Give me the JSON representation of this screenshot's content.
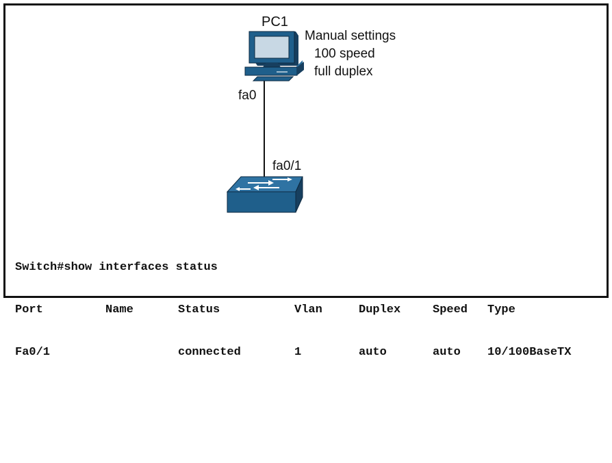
{
  "diagram": {
    "pc_label": "PC1",
    "pc_notes": [
      "Manual settings",
      "100 speed",
      "full duplex"
    ],
    "pc_port_label": "fa0",
    "switch_port_label": "fa0/1",
    "device_color": "#1f5f8b",
    "device_dark": "#173f5f",
    "screen_color": "#c8d8e4"
  },
  "cli": {
    "command": "Switch#show interfaces status",
    "headers": [
      "Port",
      "Name",
      "Status",
      "Vlan",
      "Duplex",
      "Speed",
      "Type"
    ],
    "rows": [
      [
        "Fa0/1",
        "",
        "connected",
        "1",
        "auto",
        "auto",
        "10/100BaseTX"
      ]
    ]
  }
}
